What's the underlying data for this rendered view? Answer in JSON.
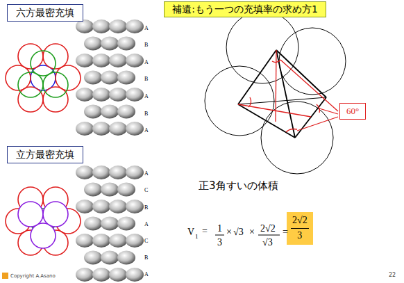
{
  "diagram": {
    "nodes": [
      {
        "text": [
          "六方最密充填"
        ]
      },
      {
        "text": [
          "補遺:もう一つの充填率の求め方1"
        ]
      },
      {
        "text": [
          "60°"
        ]
      },
      {
        "text": [
          "立方最密充填"
        ]
      },
      {
        "text": [
          "2√2",
          "3"
        ]
      }
    ],
    "labels": [
      "A",
      "B",
      "A",
      "B",
      "A",
      "B",
      "A",
      "A",
      "C",
      "B",
      "A",
      "C",
      "B",
      "A",
      "正3角すいの体積",
      "V",
      "1",
      "=",
      "1",
      "3",
      "×",
      "√3",
      "×",
      "2√2",
      "√3",
      "=",
      "Copyright A.Asano",
      "22"
    ]
  }
}
